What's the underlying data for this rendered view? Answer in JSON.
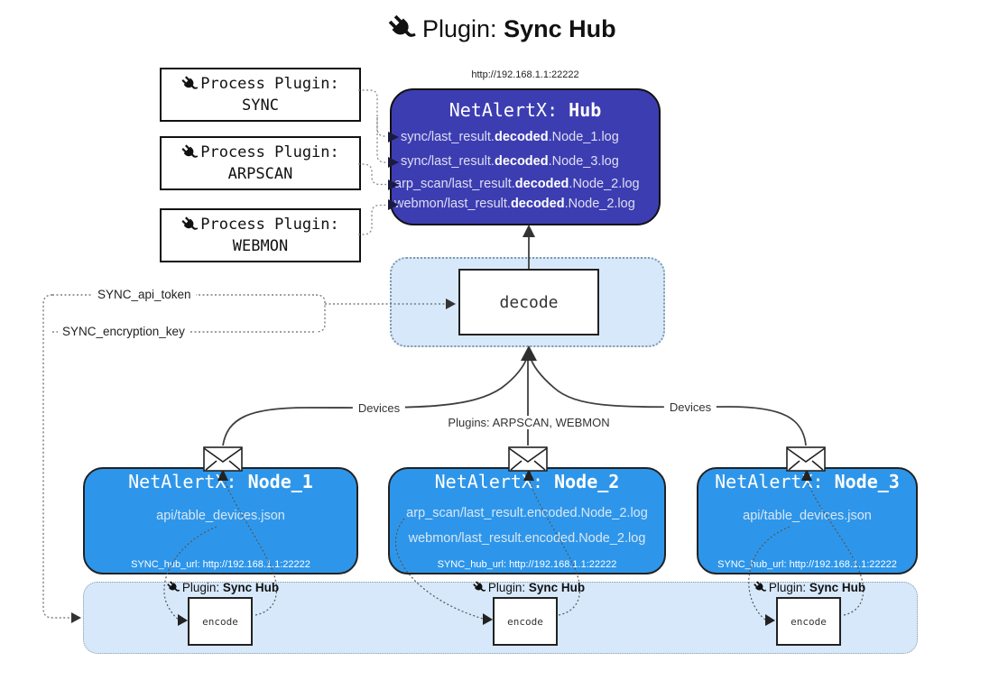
{
  "colors": {
    "hub-bg": "#3d3db2",
    "node-bg": "#2e96ea",
    "panel-bg": "#d7e8fa"
  },
  "title": {
    "prefix": "Plugin: ",
    "bold": "Sync Hub"
  },
  "hub": {
    "url": "http://192.168.1.1:22222",
    "name_prefix": "NetAlertX: ",
    "name_bold": "Hub",
    "logs": [
      {
        "pre": "sync/last_result.",
        "bold": "decoded",
        "post": ".Node_1.log"
      },
      {
        "pre": "sync/last_result.",
        "bold": "decoded",
        "post": ".Node_3.log"
      },
      {
        "pre": "arp_scan/last_result.",
        "bold": "decoded",
        "post": ".Node_2.log"
      },
      {
        "pre": "webmon/last_result.",
        "bold": "decoded",
        "post": ".Node_2.log"
      }
    ]
  },
  "process_plugins": [
    {
      "label": "Process Plugin:",
      "name": "SYNC"
    },
    {
      "label": "Process Plugin:",
      "name": "ARPSCAN"
    },
    {
      "label": "Process Plugin:",
      "name": "WEBMON"
    }
  ],
  "settings": {
    "api_token": "SYNC_api_token",
    "encryption_key": "SYNC_encryption_key"
  },
  "decode_label": "decode",
  "edges": {
    "devices_left": "Devices",
    "plugins_mid": "Plugins: ARPSCAN, WEBMON",
    "devices_right": "Devices"
  },
  "nodes": [
    {
      "name_prefix": "NetAlertX: ",
      "name_bold": "Node_1",
      "lines": [
        "api/table_devices.json"
      ],
      "hub_url": "SYNC_hub_url: http://192.168.1.1:22222"
    },
    {
      "name_prefix": "NetAlertX: ",
      "name_bold": "Node_2",
      "lines": [
        "arp_scan/last_result.encoded.Node_2.log",
        "webmon/last_result.encoded.Node_2.log"
      ],
      "hub_url": "SYNC_hub_url: http://192.168.1.1:22222"
    },
    {
      "name_prefix": "NetAlertX: ",
      "name_bold": "Node_3",
      "lines": [
        "api/table_devices.json"
      ],
      "hub_url": "SYNC_hub_url: http://192.168.1.1:22222"
    }
  ],
  "encoder": {
    "label_prefix": "Plugin: ",
    "label_bold": "Sync Hub",
    "box_label": "encode"
  }
}
